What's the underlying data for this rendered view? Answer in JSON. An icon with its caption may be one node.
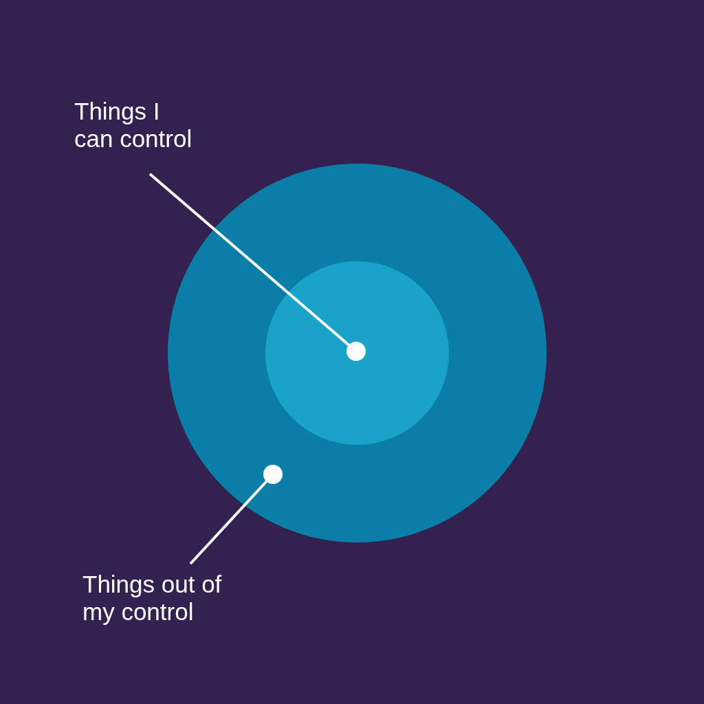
{
  "diagram": {
    "nodes": [
      {
        "text": [
          "Things I can control"
        ]
      },
      {
        "text": [],
        "shape": "circle"
      },
      {
        "text": [],
        "shape": "circle",
        "in": 1
      },
      {
        "text": [
          "Things out of my control"
        ]
      }
    ],
    "edges": [
      {
        "from": 0,
        "to": 2,
        "arrow": "other"
      },
      {
        "from": 3,
        "to": 1,
        "arrow": "other"
      }
    ]
  }
}
